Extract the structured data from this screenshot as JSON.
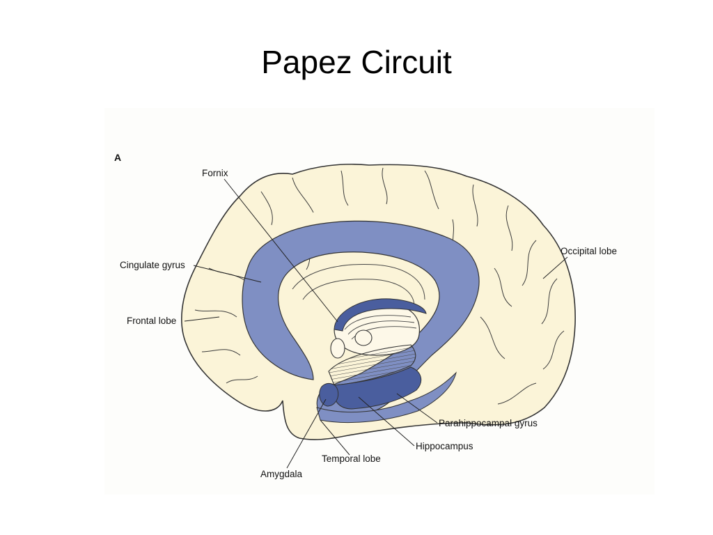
{
  "slide": {
    "title": "Papez Circuit"
  },
  "figure": {
    "panel_label": "A",
    "colors": {
      "brain_fill": "#fbf4d8",
      "limbic_fill": "#7f8fc3",
      "dark_fill": "#4a5e9e",
      "outline": "#333333"
    },
    "labels": {
      "fornix": "Fornix",
      "cingulate_gyrus": "Cingulate gyrus",
      "frontal_lobe": "Frontal lobe",
      "occipital_lobe": "Occipital lobe",
      "parahippocampal_gyrus": "Parahippocampal gyrus",
      "hippocampus": "Hippocampus",
      "temporal_lobe": "Temporal lobe",
      "amygdala": "Amygdala"
    }
  }
}
